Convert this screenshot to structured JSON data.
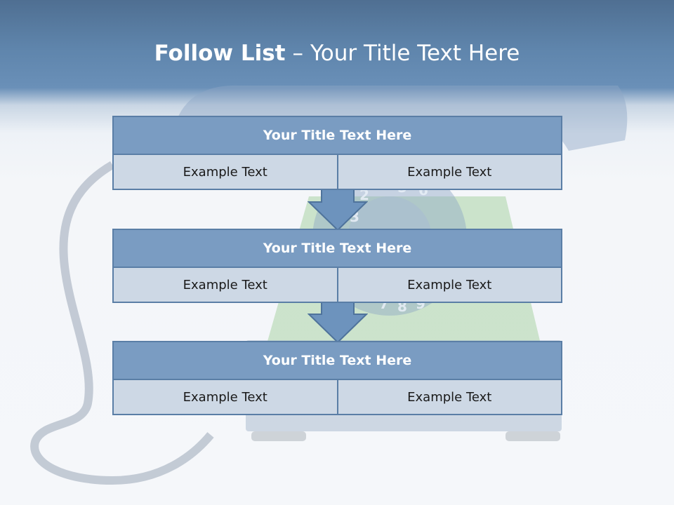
{
  "slide": {
    "title_strong": "Follow List",
    "title_dash": "–",
    "title_rest": "Your Title Text Here"
  },
  "blocks": [
    {
      "title": "Your Title Text Here",
      "left": "Example Text",
      "right": "Example Text"
    },
    {
      "title": "Your Title Text Here",
      "left": "Example Text",
      "right": "Example Text"
    },
    {
      "title": "Your Title Text Here",
      "left": "Example Text",
      "right": "Example Text"
    }
  ],
  "background_art": {
    "dial_digits": [
      "2",
      "3",
      "5",
      "6",
      "7",
      "8",
      "9"
    ]
  },
  "colors": {
    "header_band": "#5f85ac",
    "block_title_fill": "#7a9cc2",
    "block_cell_fill": "#cdd8e5",
    "block_border": "#5a7ea6",
    "arrow_fill": "#6d93bd"
  }
}
